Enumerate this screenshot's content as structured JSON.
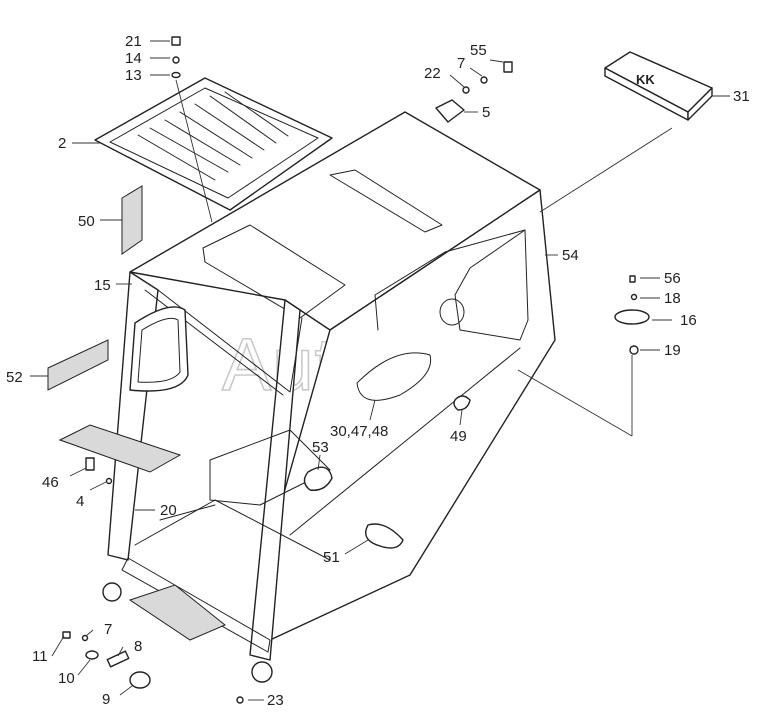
{
  "watermark": "AutoSoft",
  "callouts": [
    {
      "id": "c21",
      "text": "21"
    },
    {
      "id": "c14",
      "text": "14"
    },
    {
      "id": "c13",
      "text": "13"
    },
    {
      "id": "c2",
      "text": "2"
    },
    {
      "id": "c55",
      "text": "55"
    },
    {
      "id": "c22",
      "text": "22"
    },
    {
      "id": "c7a",
      "text": "7"
    },
    {
      "id": "c5",
      "text": "5"
    },
    {
      "id": "c31",
      "text": "31"
    },
    {
      "id": "c50",
      "text": "50"
    },
    {
      "id": "c54",
      "text": "54"
    },
    {
      "id": "c15",
      "text": "15"
    },
    {
      "id": "c56",
      "text": "56"
    },
    {
      "id": "c18",
      "text": "18"
    },
    {
      "id": "c16",
      "text": "16"
    },
    {
      "id": "c52",
      "text": "52"
    },
    {
      "id": "c19",
      "text": "19"
    },
    {
      "id": "c30",
      "text": "30,47,48"
    },
    {
      "id": "c49",
      "text": "49"
    },
    {
      "id": "c53",
      "text": "53"
    },
    {
      "id": "c46",
      "text": "46"
    },
    {
      "id": "c4",
      "text": "4"
    },
    {
      "id": "c20",
      "text": "20"
    },
    {
      "id": "c51",
      "text": "51"
    },
    {
      "id": "c7b",
      "text": "7"
    },
    {
      "id": "c8",
      "text": "8"
    },
    {
      "id": "c11",
      "text": "11"
    },
    {
      "id": "c10",
      "text": "10"
    },
    {
      "id": "c9",
      "text": "9"
    },
    {
      "id": "c23",
      "text": "23"
    }
  ]
}
